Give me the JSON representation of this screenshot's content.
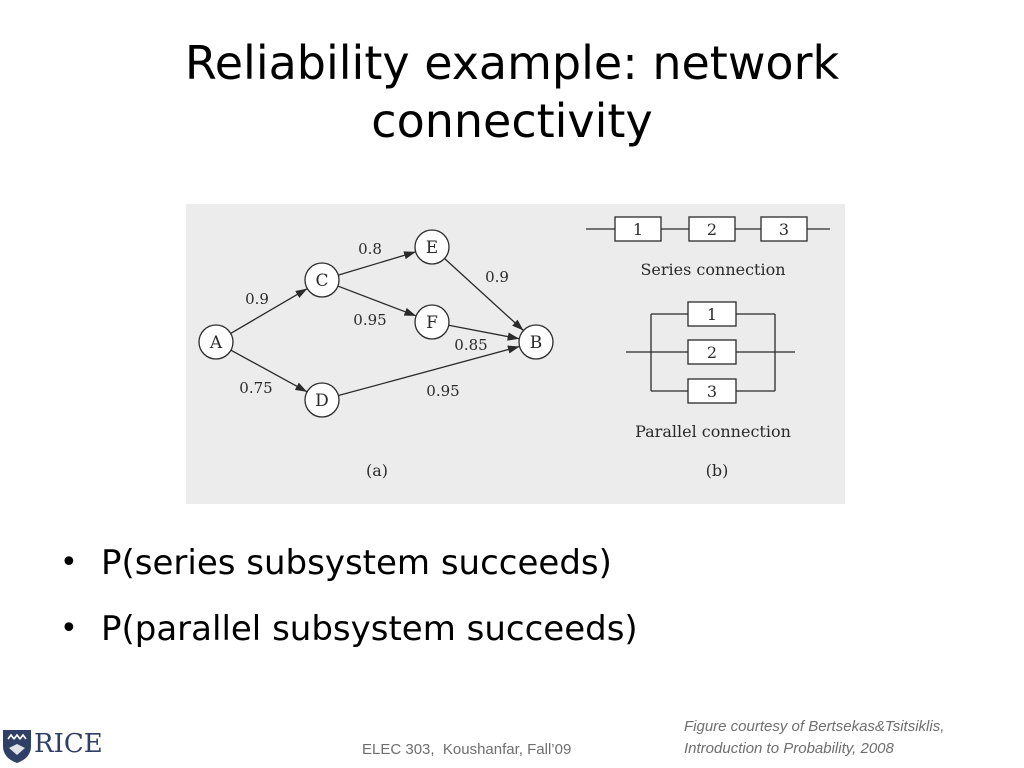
{
  "title": {
    "line1": "Reliability example: network",
    "line2": "connectivity"
  },
  "figure": {
    "panel_a_label": "(a)",
    "panel_b_label": "(b)",
    "network": {
      "nodes": [
        "A",
        "B",
        "C",
        "D",
        "E",
        "F"
      ],
      "edges": [
        {
          "from": "A",
          "to": "C",
          "weight": "0.9"
        },
        {
          "from": "A",
          "to": "D",
          "weight": "0.75"
        },
        {
          "from": "C",
          "to": "E",
          "weight": "0.8"
        },
        {
          "from": "C",
          "to": "F",
          "weight": "0.95"
        },
        {
          "from": "E",
          "to": "B",
          "weight": "0.9"
        },
        {
          "from": "F",
          "to": "B",
          "weight": "0.85"
        },
        {
          "from": "D",
          "to": "B",
          "weight": "0.95"
        }
      ]
    },
    "series": {
      "blocks": [
        "1",
        "2",
        "3"
      ],
      "caption": "Series connection"
    },
    "parallel": {
      "blocks": [
        "1",
        "2",
        "3"
      ],
      "caption": "Parallel connection"
    }
  },
  "bullets": [
    {
      "text": "P(series subsystem succeeds)"
    },
    {
      "text": "P(parallel subsystem succeeds)"
    }
  ],
  "bullet_symbol": "•",
  "footer": {
    "course": "ELEC 303,  Koushanfar, Fall’09",
    "credit_line1": "Figure courtesy of Bertsekas&Tsitsiklis,",
    "credit_line2": "Introduction to Probability, 2008"
  },
  "logo": {
    "wordmark": "RICE",
    "brand_color": "#2f3f66",
    "icon": "rice-shield-icon"
  }
}
